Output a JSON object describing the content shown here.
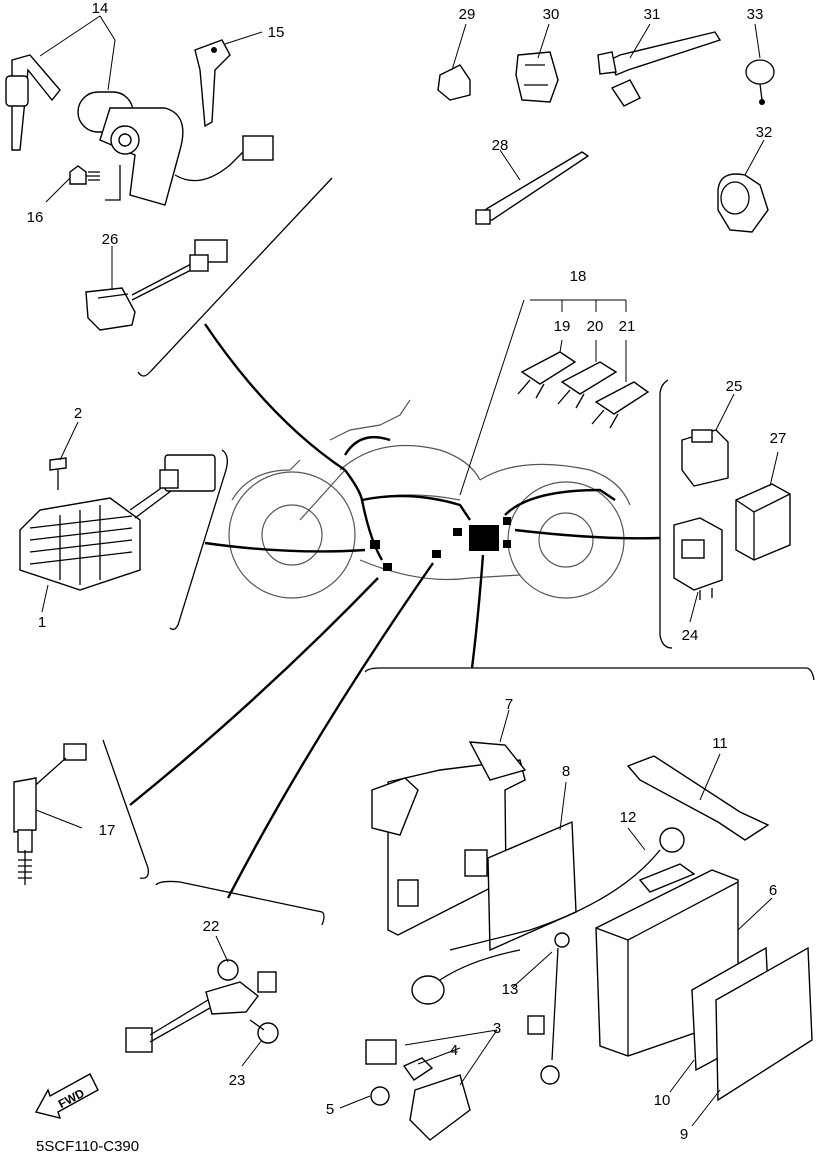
{
  "diagram_code": "5SCF110-C390",
  "fwd_label": "FWD",
  "callouts": {
    "c1": "1",
    "c2": "2",
    "c3": "3",
    "c4": "4",
    "c5": "5",
    "c6": "6",
    "c7": "7",
    "c8": "8",
    "c9": "9",
    "c10": "10",
    "c11": "11",
    "c12": "12",
    "c13": "13",
    "c14": "14",
    "c15": "15",
    "c16": "16",
    "c17": "17",
    "c18": "18",
    "c19": "19",
    "c20": "20",
    "c21": "21",
    "c22": "22",
    "c23": "23",
    "c24": "24",
    "c25": "25",
    "c26": "26",
    "c27": "27",
    "c28": "28",
    "c29": "29",
    "c30": "30",
    "c31": "31",
    "c32": "32",
    "c33": "33"
  }
}
